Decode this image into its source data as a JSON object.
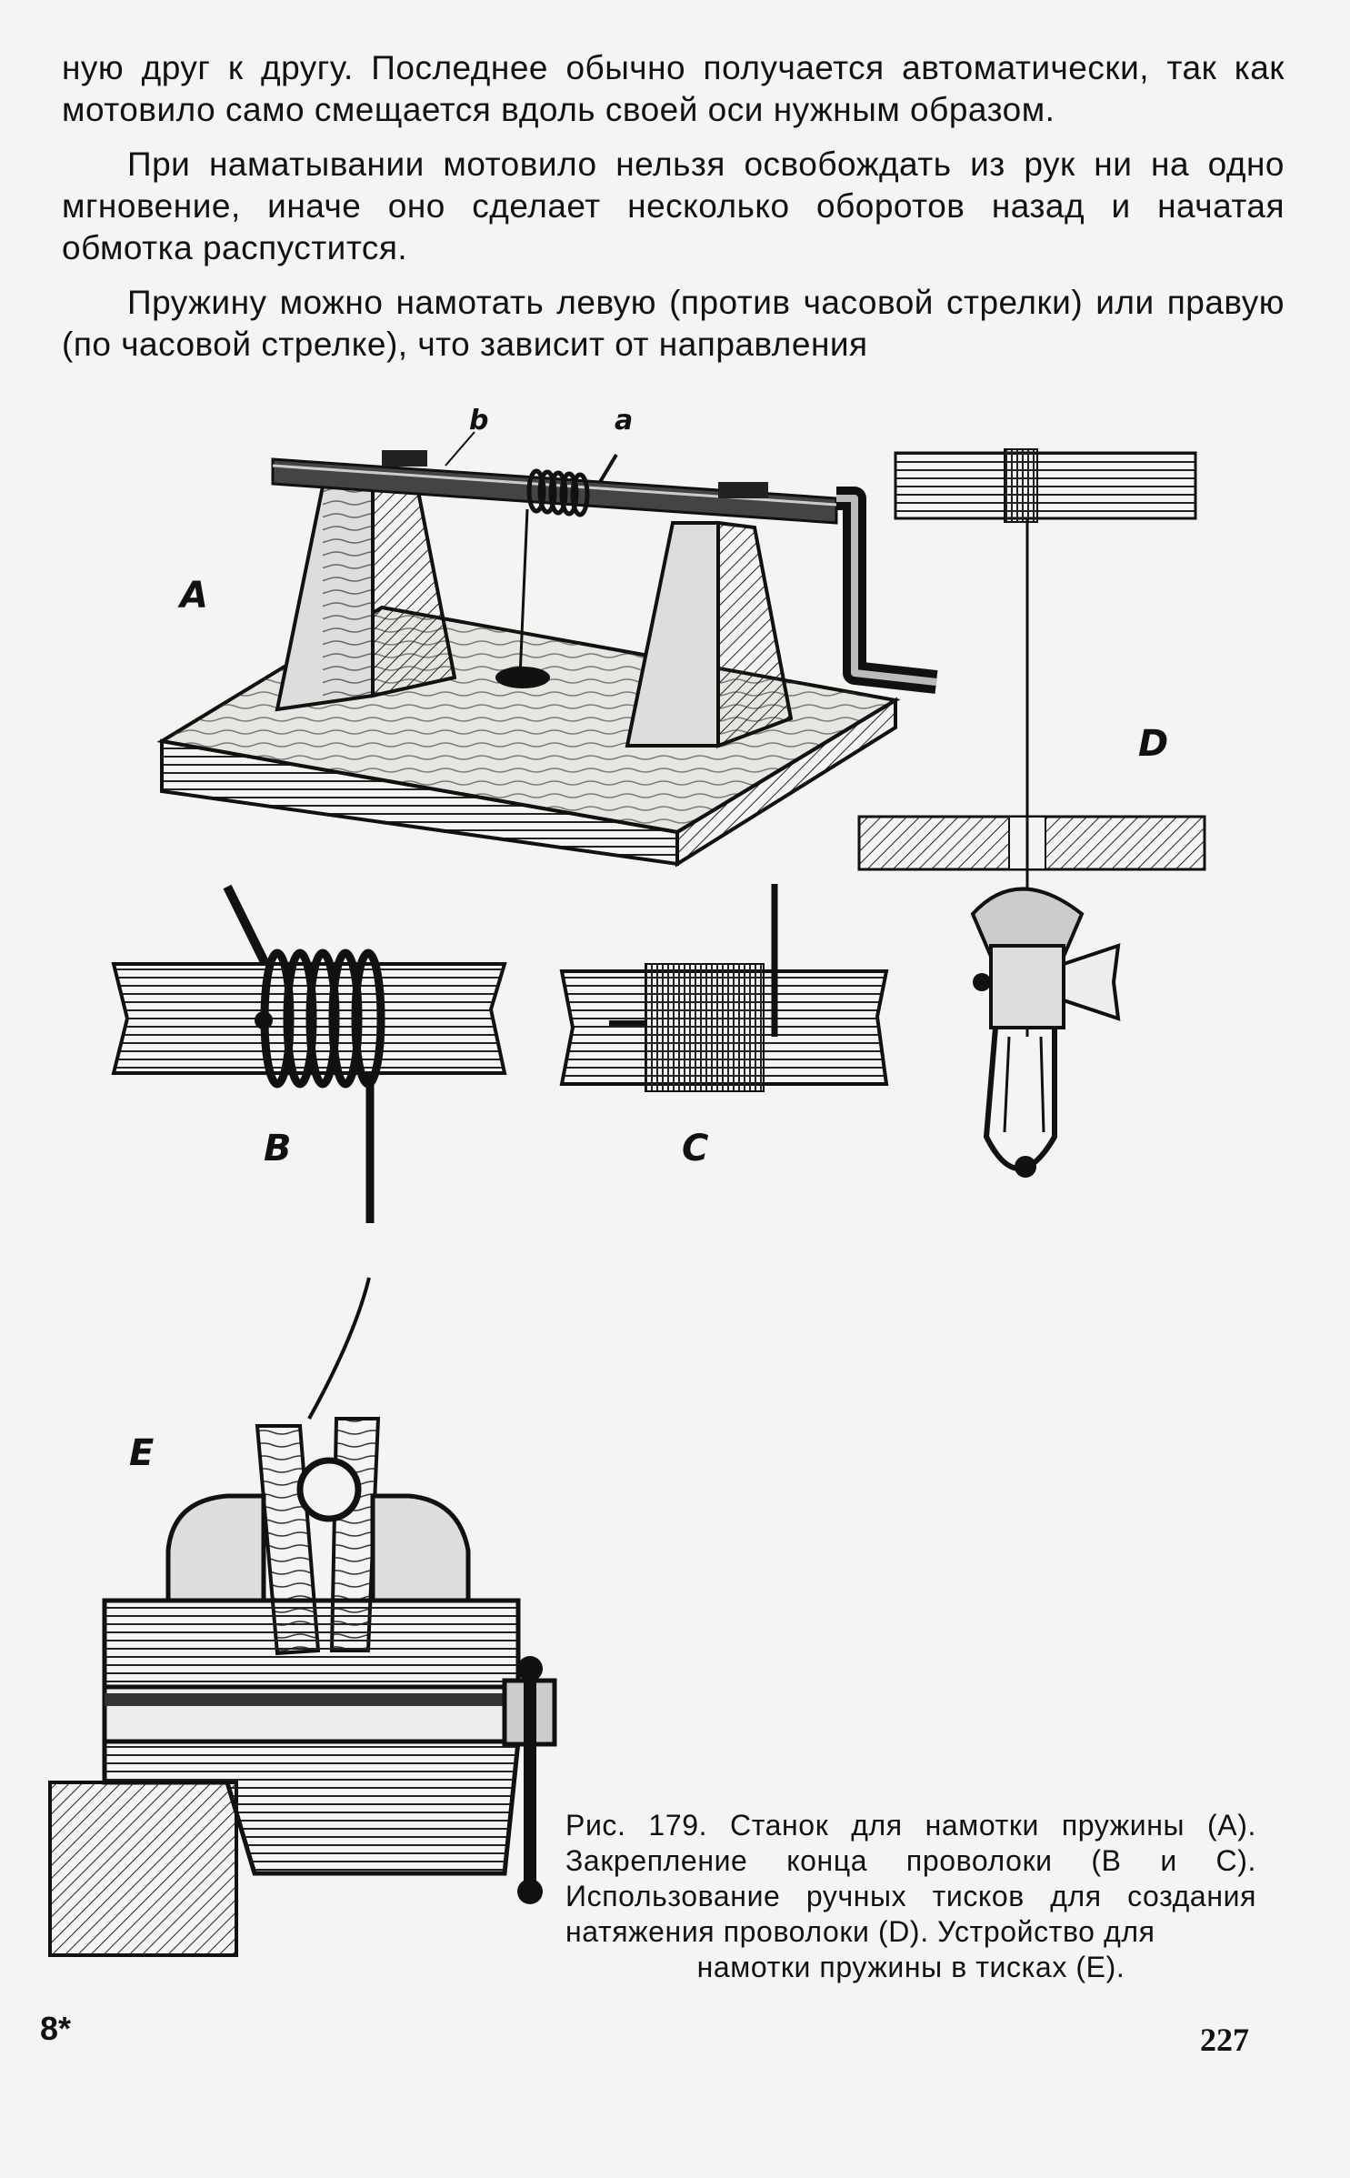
{
  "body_text": {
    "p1": "ную друг к другу. Последнее обычно получается автоматически, так как мотовило само смещается вдоль своей оси нужным образом.",
    "p2": "При наматывании мотовило нельзя освобождать из рук ни на одно мгновение, иначе оно сделает несколько оборотов назад и начатая обмотка распустится.",
    "p3": "Пружину можно намотать левую (против часовой стрелки) или правую (по часовой стрелке), что зависит от направления"
  },
  "figure": {
    "labels": {
      "a_small": "a",
      "b_small": "b",
      "A": "A",
      "B": "B",
      "C": "C",
      "D": "D",
      "E": "E"
    },
    "caption_main": "Рис. 179. Станок для намотки пружины (A). Закрепление конца проволоки (B и C). Использование ручных тисков для создания натяжения проволоки (D). Устройство для",
    "caption_last": "намотки пружины в тисках (E)."
  },
  "footer": {
    "signature": "8*",
    "page_number": "227"
  }
}
